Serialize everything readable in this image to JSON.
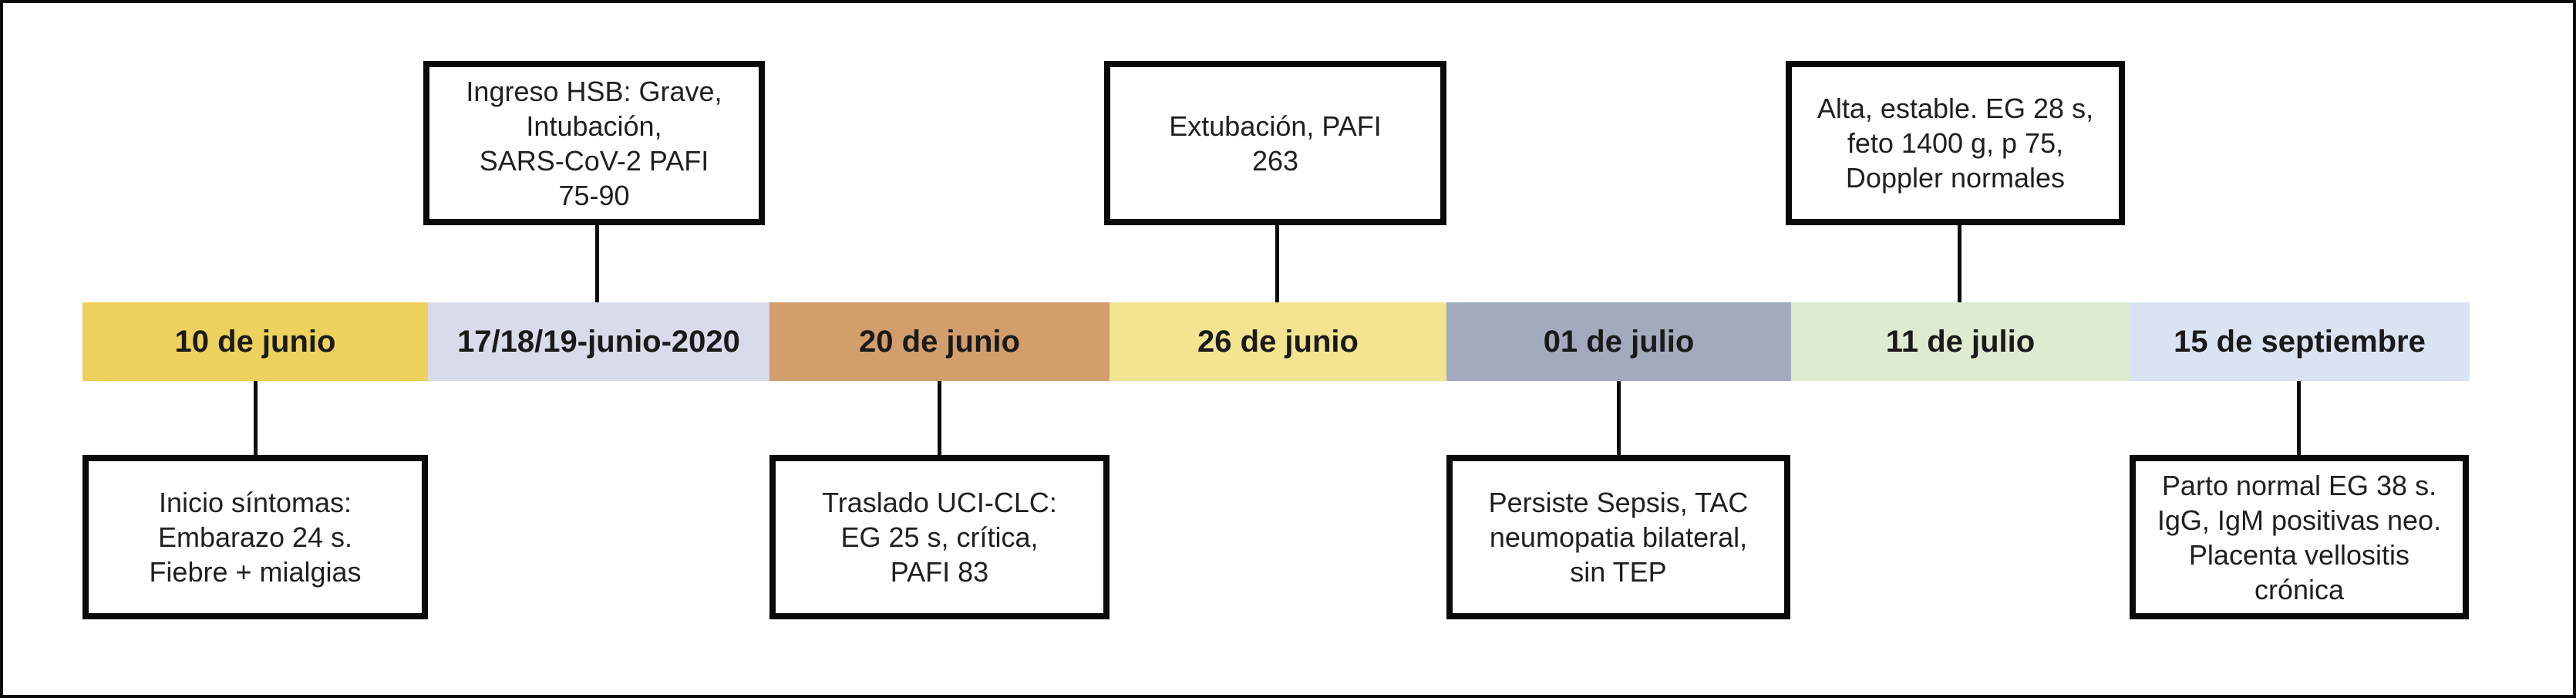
{
  "timeline": {
    "segments": [
      {
        "label": "10 de junio",
        "color": "#EDD15C"
      },
      {
        "label": "17/18/19-junio-2020",
        "color": "#D8DBE9"
      },
      {
        "label": "20 de junio",
        "color": "#D29E6C"
      },
      {
        "label": "26 de junio",
        "color": "#F2E491"
      },
      {
        "label": "01 de julio",
        "color": "#A4AABD"
      },
      {
        "label": "11 de julio",
        "color": "#DFEBD0"
      },
      {
        "label": "15 de septiembre",
        "color": "#DAE3F1"
      }
    ]
  },
  "callouts_above": [
    {
      "anchor": "17/18/19-junio-2020",
      "lines": [
        "Ingreso HSB: Grave,",
        "Intubación,",
        "SARS-CoV-2 PAFI",
        "75-90"
      ]
    },
    {
      "anchor": "26 de junio",
      "lines": [
        "Extubación, PAFI",
        "263"
      ]
    },
    {
      "anchor": "11 de julio",
      "lines": [
        "Alta, estable. EG 28 s,",
        "feto 1400 g, p 75,",
        "Doppler normales"
      ]
    }
  ],
  "callouts_below": [
    {
      "anchor": "10 de junio",
      "lines": [
        "Inicio síntomas:",
        "Embarazo 24 s.",
        "Fiebre + mialgias"
      ]
    },
    {
      "anchor": "20 de junio",
      "lines": [
        "Traslado UCI-CLC:",
        "EG 25 s, crítica,",
        "PAFI 83"
      ]
    },
    {
      "anchor": "01 de julio",
      "lines": [
        "Persiste Sepsis, TAC",
        "neumopatia bilateral,",
        "sin TEP"
      ]
    },
    {
      "anchor": "15 de septiembre",
      "lines": [
        "Parto normal EG 38 s.",
        "IgG, IgM positivas neo.",
        "Placenta vellositis",
        "crónica"
      ]
    }
  ],
  "colors": {
    "frame_border": "#0A0A0A",
    "background": "#FFFFFF",
    "text": "#1F1F1F"
  }
}
